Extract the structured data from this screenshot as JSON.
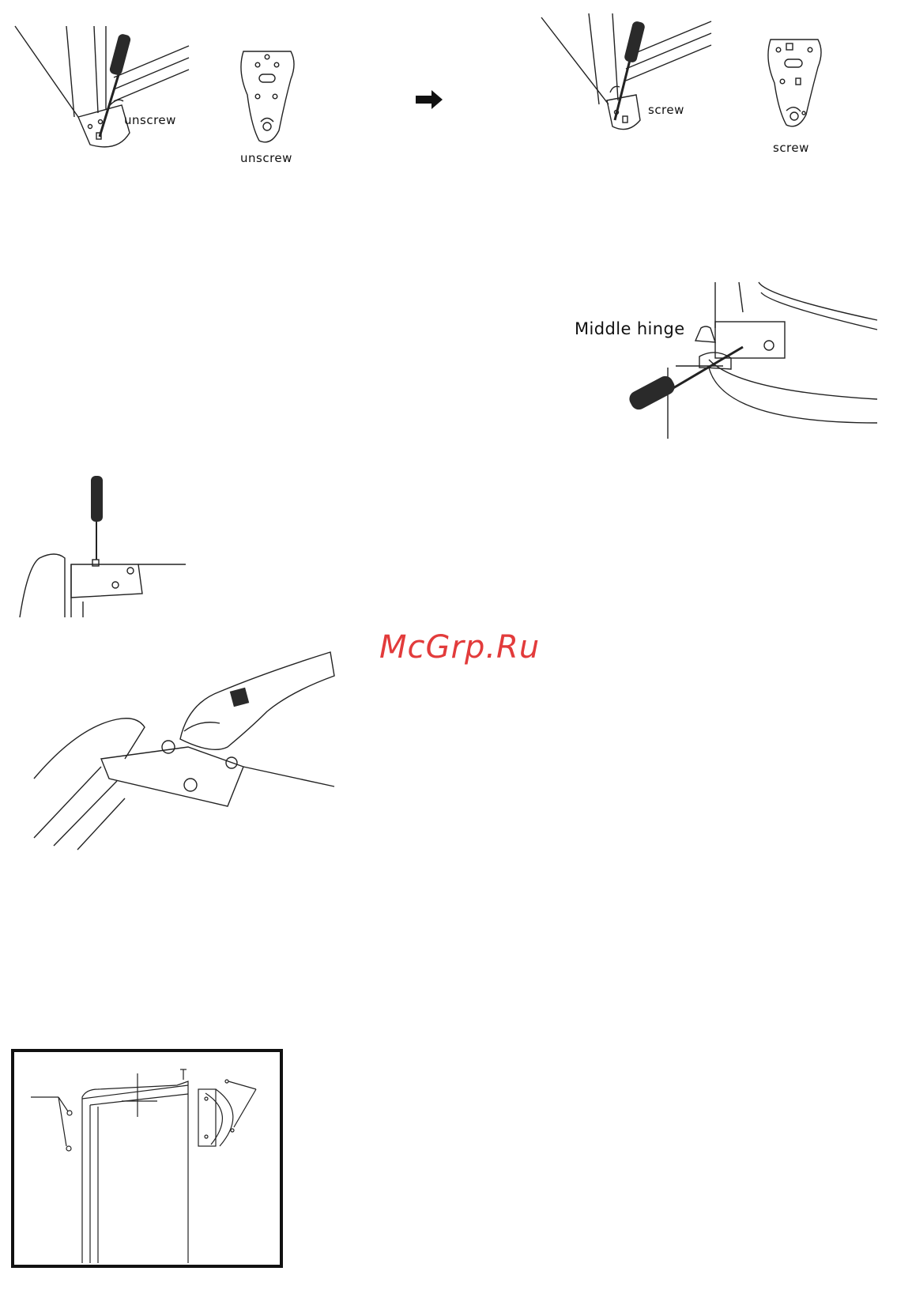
{
  "watermark": "McGrp.Ru",
  "figures": {
    "unscrew_corner": {
      "label": "unscrew"
    },
    "unscrew_plate": {
      "label": "unscrew"
    },
    "screw_corner": {
      "label": "screw"
    },
    "screw_plate": {
      "label": "screw"
    },
    "middle_hinge": {
      "label": "Middle hinge"
    }
  },
  "icons": {
    "arrow": "right-arrow-icon"
  }
}
